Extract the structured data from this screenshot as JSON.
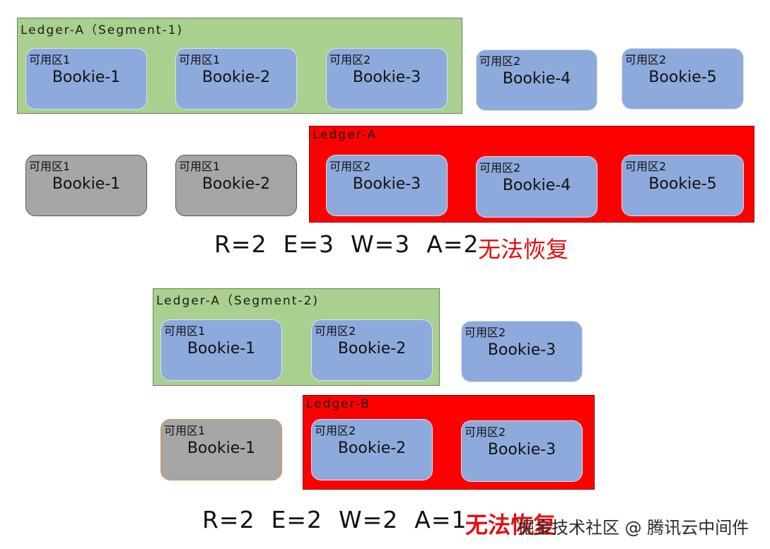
{
  "scenario1": {
    "segment_group_label": "Ledger-A（Segment-1)",
    "ensemble_group_label": "Ledger-A",
    "row1": [
      {
        "zone": "可用区1",
        "name": "Bookie-1"
      },
      {
        "zone": "可用区1",
        "name": "Bookie-2"
      },
      {
        "zone": "可用区2",
        "name": "Bookie-3"
      },
      {
        "zone": "可用区2",
        "name": "Bookie-4"
      },
      {
        "zone": "可用区2",
        "name": "Bookie-5"
      }
    ],
    "row2": [
      {
        "zone": "可用区1",
        "name": "Bookie-1"
      },
      {
        "zone": "可用区1",
        "name": "Bookie-2"
      },
      {
        "zone": "可用区2",
        "name": "Bookie-3"
      },
      {
        "zone": "可用区2",
        "name": "Bookie-4"
      },
      {
        "zone": "可用区2",
        "name": "Bookie-5"
      }
    ],
    "formula": "R=2  E=3  W=3  A=2",
    "result": "无法恢复"
  },
  "scenario2": {
    "segment_group_label": "Ledger-A（Segment-2)",
    "ensemble_group_label": "Ledger-B",
    "row1": [
      {
        "zone": "可用区1",
        "name": "Bookie-1"
      },
      {
        "zone": "可用区2",
        "name": "Bookie-2"
      },
      {
        "zone": "可用区2",
        "name": "Bookie-3"
      }
    ],
    "row2": [
      {
        "zone": "可用区1",
        "name": "Bookie-1"
      },
      {
        "zone": "可用区2",
        "name": "Bookie-2"
      },
      {
        "zone": "可用区2",
        "name": "Bookie-3"
      }
    ],
    "formula": "R=2  E=2  W=2  A=1",
    "result": "无法恢复"
  },
  "watermark": "掘金技术社区 @ 腾讯云中间件",
  "colors": {
    "group_green": "#a9d08e",
    "group_red": "#ff0000",
    "bookie_blue": "#8ea9db",
    "bookie_grey": "#a6a6a6",
    "result_text": "#e01010"
  }
}
